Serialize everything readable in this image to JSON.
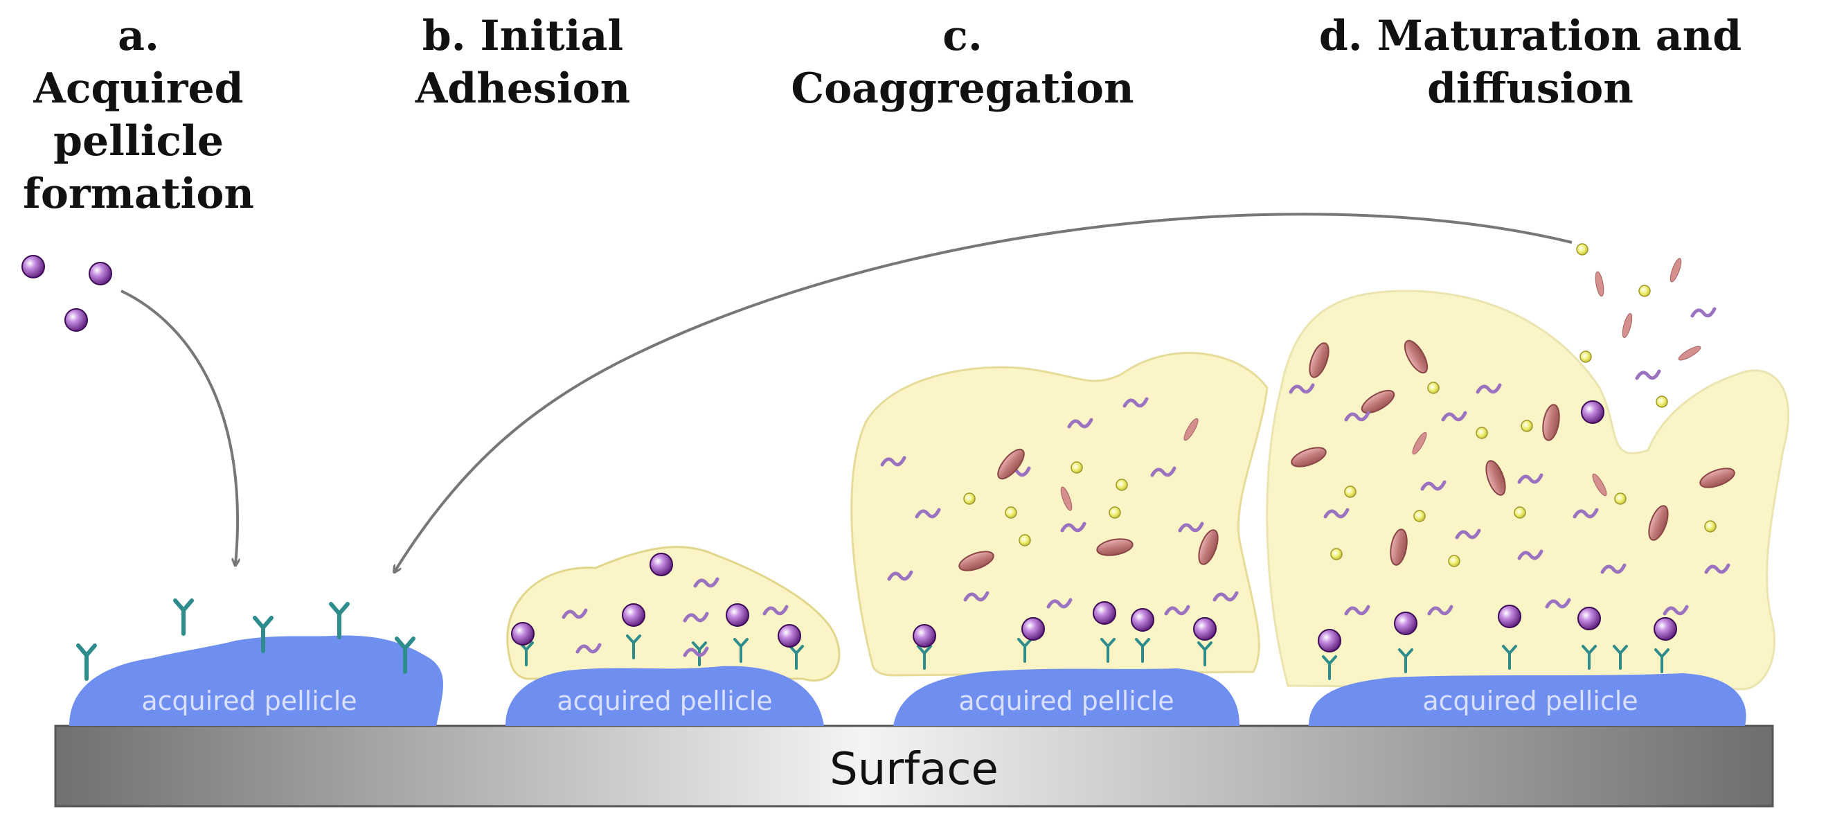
{
  "stages": {
    "a": {
      "label": "a. Acquired\npellicle\nformation"
    },
    "b": {
      "label": "b. Initial\nAdhesion"
    },
    "c": {
      "label": "c. Coaggregation"
    },
    "d": {
      "label": "d. Maturation and diffusion"
    }
  },
  "pellicle_label": "acquired pellicle",
  "surface_label": "Surface",
  "colors": {
    "pellicle": "#6f8ff0",
    "receptor": "#2b8a8a",
    "surface": "#8e8e8e",
    "matrix": "#fbf4c6",
    "purple_cell": "#7a2a9a",
    "yellow_cell": "#f2ec7a",
    "rod_cell": "#c07878",
    "arrow": "#777777"
  }
}
